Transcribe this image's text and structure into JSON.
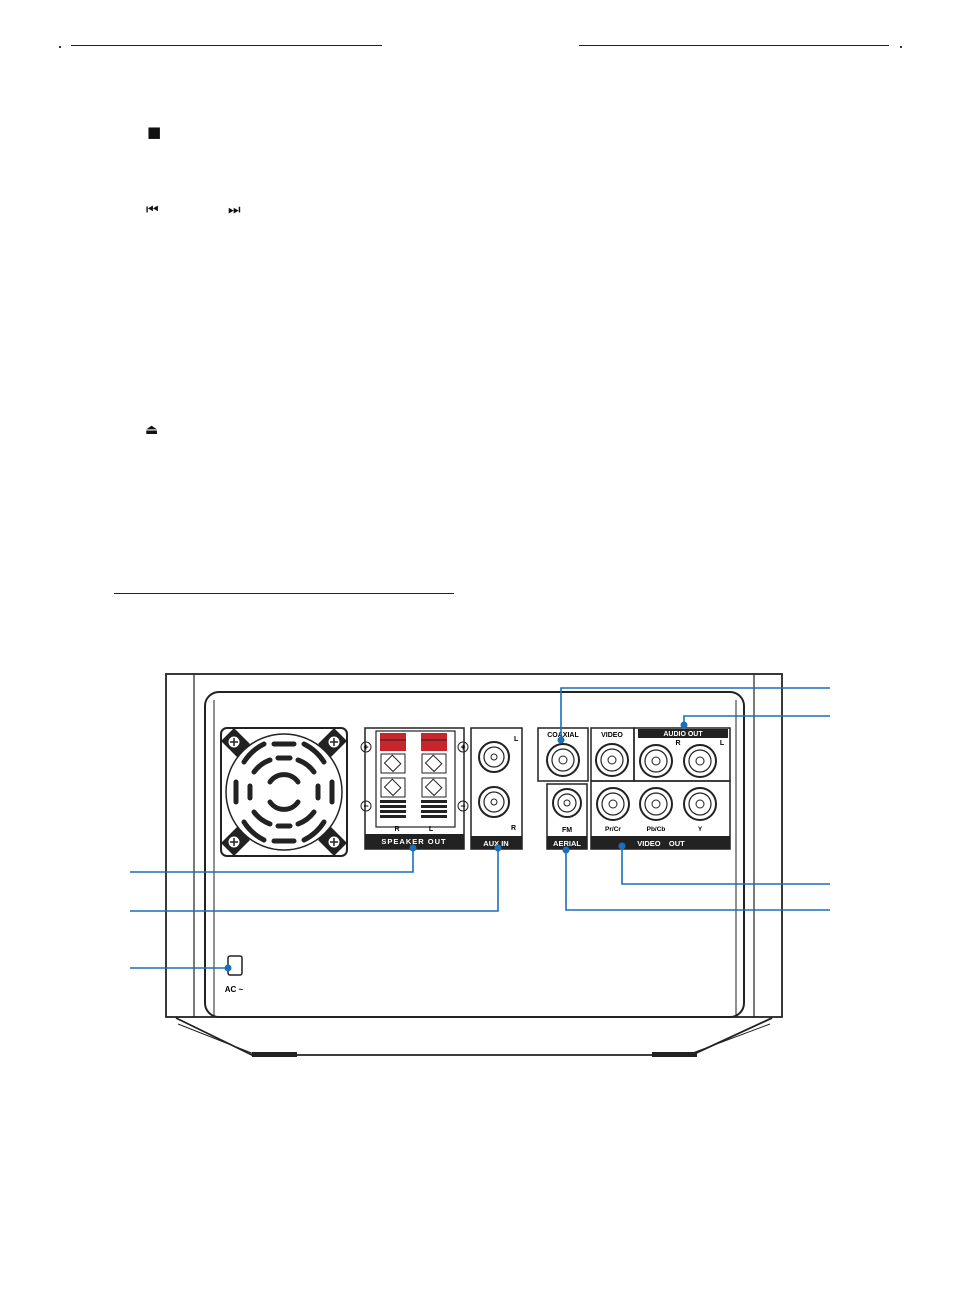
{
  "symbols": {
    "stop": "■",
    "prev": "⏮",
    "next": "⏭",
    "eject": "⏏"
  },
  "panel": {
    "speaker_r": "R",
    "speaker_l": "L",
    "speaker_out": "SPEAKER OUT",
    "aux_l": "L",
    "aux_r": "R",
    "aux_in": "AUX IN",
    "coaxial": "COAXIAL",
    "video": "VIDEO",
    "audio_out": "AUDIO OUT",
    "audio_r": "R",
    "audio_l": "L",
    "fm": "FM",
    "aerial": "AERIAL",
    "pr_cr": "Pr/Cr",
    "pb_cb": "Pb/Cb",
    "y": "Y",
    "video_out": "VIDEO    OUT",
    "ac": "AC ~",
    "plus": "+",
    "minus": "−"
  },
  "colors": {
    "callout": "#1a6fb8",
    "terminal_red": "#c8262c"
  }
}
